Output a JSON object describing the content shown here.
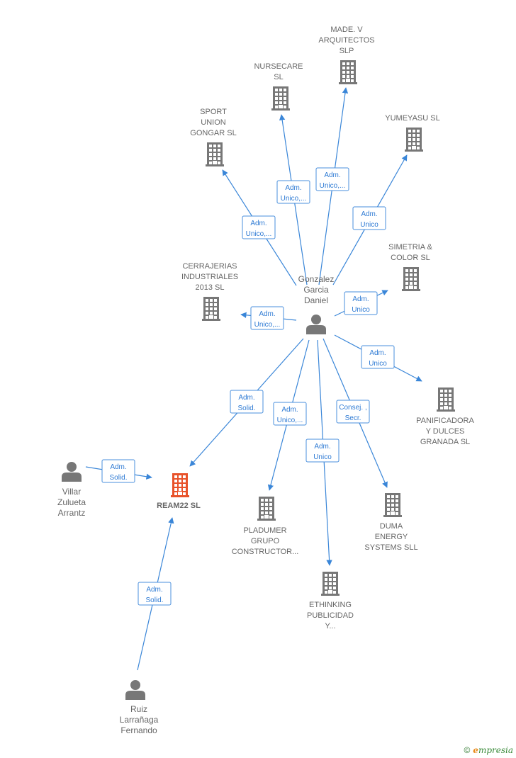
{
  "colors": {
    "company": "#777777",
    "focus": "#e8522a",
    "person": "#777777",
    "edge": "#3a86d8",
    "role_text": "#2f7bd4"
  },
  "nodes": [
    {
      "id": "gonzalez",
      "kind": "person",
      "lines": [
        "Gonzalez",
        "Garcia",
        "Daniel"
      ]
    },
    {
      "id": "villar",
      "kind": "person",
      "lines": [
        "Villar",
        "Zulueta",
        "Arrantz"
      ]
    },
    {
      "id": "ruiz",
      "kind": "person",
      "lines": [
        "Ruiz",
        "Larrañaga",
        "Fernando"
      ]
    },
    {
      "id": "ream22",
      "kind": "focus",
      "lines": [
        "REAM22  SL"
      ]
    },
    {
      "id": "made",
      "kind": "company",
      "lines": [
        "MADE.  V",
        "ARQUITECTOS",
        "SLP"
      ]
    },
    {
      "id": "nursecare",
      "kind": "company",
      "lines": [
        "NURSECARE",
        "SL"
      ]
    },
    {
      "id": "sport",
      "kind": "company",
      "lines": [
        "SPORT",
        "UNION",
        "GONGAR  SL"
      ]
    },
    {
      "id": "yumeyasu",
      "kind": "company",
      "lines": [
        "YUMEYASU  SL"
      ]
    },
    {
      "id": "simetria",
      "kind": "company",
      "lines": [
        "SIMETRIA &",
        "COLOR  SL"
      ]
    },
    {
      "id": "cerrajerias",
      "kind": "company",
      "lines": [
        "CERRAJERIAS",
        "INDUSTRIALES",
        "2013  SL"
      ]
    },
    {
      "id": "panificadora",
      "kind": "company",
      "lines": [
        "PANIFICADORA",
        "Y DULCES",
        "GRANADA SL"
      ]
    },
    {
      "id": "pladumer",
      "kind": "company",
      "lines": [
        "PLADUMER",
        "GRUPO",
        "CONSTRUCTOR..."
      ]
    },
    {
      "id": "ethinking",
      "kind": "company",
      "lines": [
        "ETHINKING",
        "PUBLICIDAD",
        "Y..."
      ]
    },
    {
      "id": "duma",
      "kind": "company",
      "lines": [
        "DUMA",
        "ENERGY",
        "SYSTEMS  SLL"
      ]
    }
  ],
  "edges": [
    {
      "from": "gonzalez",
      "to": "made",
      "role": [
        "Adm.",
        "Unico,..."
      ]
    },
    {
      "from": "gonzalez",
      "to": "nursecare",
      "role": [
        "Adm.",
        "Unico,..."
      ]
    },
    {
      "from": "gonzalez",
      "to": "sport",
      "role": [
        "Adm.",
        "Unico,..."
      ]
    },
    {
      "from": "gonzalez",
      "to": "yumeyasu",
      "role": [
        "Adm.",
        "Unico"
      ]
    },
    {
      "from": "gonzalez",
      "to": "simetria",
      "role": [
        "Adm.",
        "Unico"
      ]
    },
    {
      "from": "gonzalez",
      "to": "cerrajerias",
      "role": [
        "Adm.",
        "Unico,..."
      ]
    },
    {
      "from": "gonzalez",
      "to": "panificadora",
      "role": [
        "Adm.",
        "Unico"
      ]
    },
    {
      "from": "gonzalez",
      "to": "ream22",
      "role": [
        "Adm.",
        "Solid."
      ]
    },
    {
      "from": "gonzalez",
      "to": "pladumer",
      "role": [
        "Adm.",
        "Unico,..."
      ]
    },
    {
      "from": "gonzalez",
      "to": "ethinking",
      "role": [
        "Adm.",
        "Unico"
      ]
    },
    {
      "from": "gonzalez",
      "to": "duma",
      "role": [
        "Consej. ,",
        "Secr."
      ]
    },
    {
      "from": "villar",
      "to": "ream22",
      "role": [
        "Adm.",
        "Solid."
      ]
    },
    {
      "from": "ruiz",
      "to": "ream22",
      "role": [
        "Adm.",
        "Solid."
      ]
    }
  ],
  "footer": {
    "copyright": "©",
    "brand_initial": "e",
    "brand_rest": "mpresia"
  }
}
